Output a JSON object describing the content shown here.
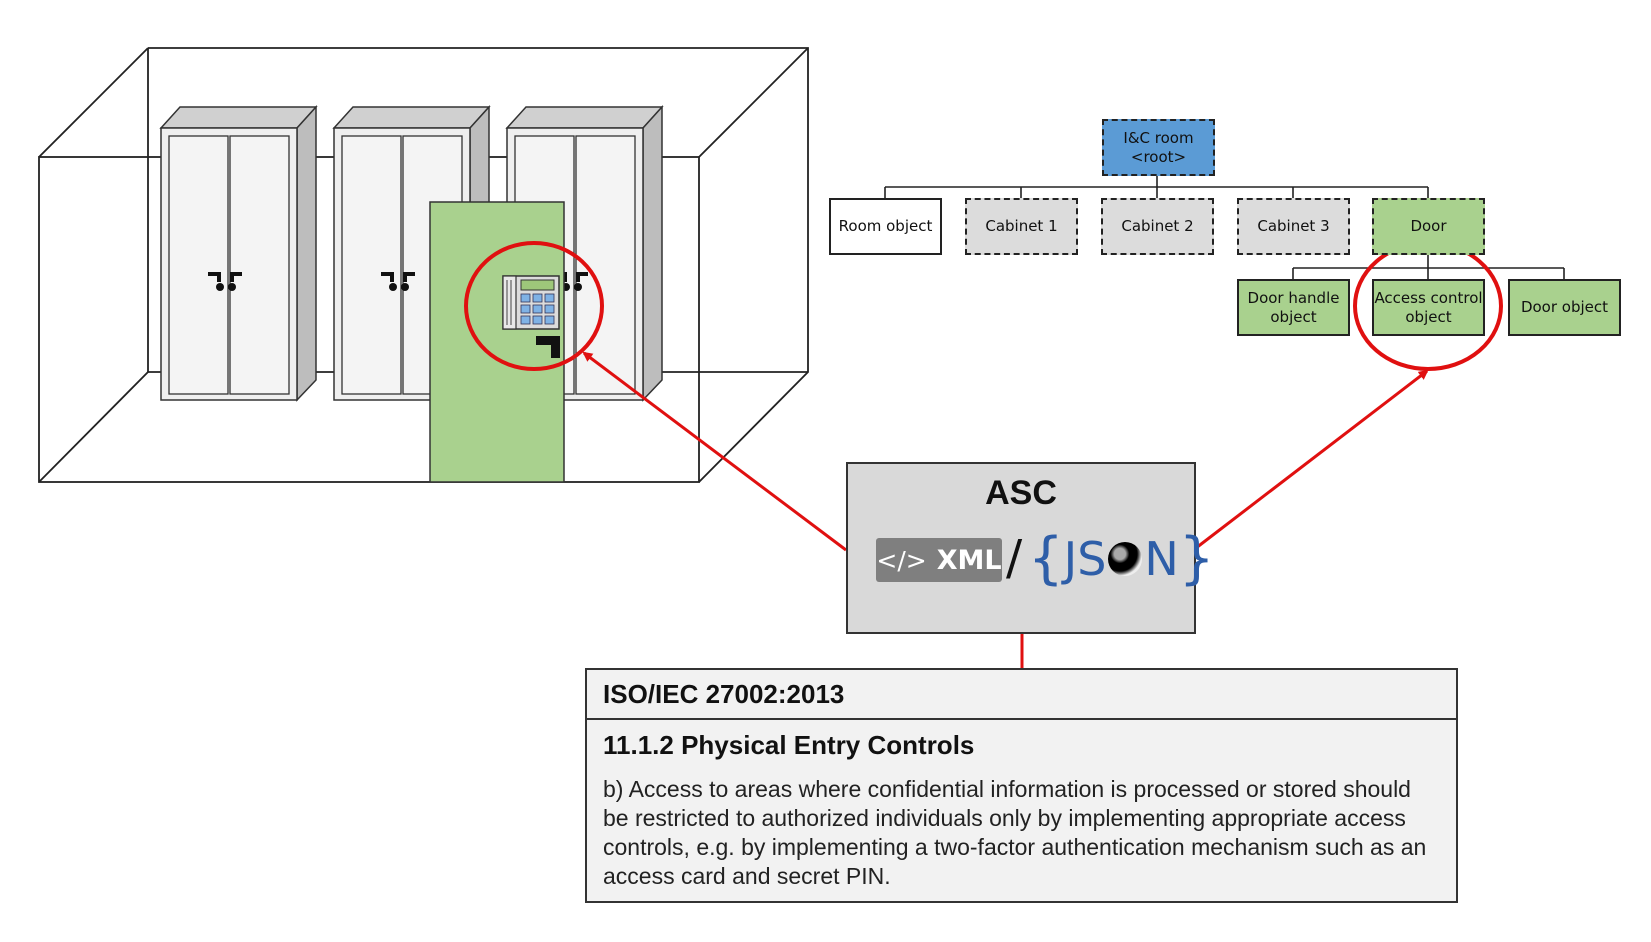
{
  "tree": {
    "root": "I&C room\n<root>",
    "level1": [
      "Room  object",
      "Cabinet 1",
      "Cabinet 2",
      "Cabinet 3",
      "Door"
    ],
    "level2": [
      "Door handle\nobject",
      "Access control\nobject",
      "Door object"
    ]
  },
  "asc": {
    "title": "ASC",
    "xml_icon": "</>",
    "xml_label": "XML",
    "slash": "/",
    "json_open": "{",
    "json_pre": "JS",
    "json_post": "N",
    "json_close": "}"
  },
  "iso": {
    "standard": "ISO/IEC 27002:2013",
    "clause": "11.1.2 Physical Entry Controls",
    "text": "b) Access to areas where confidential information is processed or stored should be restricted to authorized individuals only by implementing appropriate access controls, e.g. by implementing a two-factor authentication mechanism such as an access card and secret PIN."
  },
  "colors": {
    "green": "#a9d18e",
    "blue": "#5b9bd5",
    "grey": "#dcdcdc",
    "highlight_red": "#e01010",
    "cabinet_face": "#efefef",
    "cabinet_side": "#bdbdbd",
    "keypad_blue": "#7fb2e5"
  }
}
